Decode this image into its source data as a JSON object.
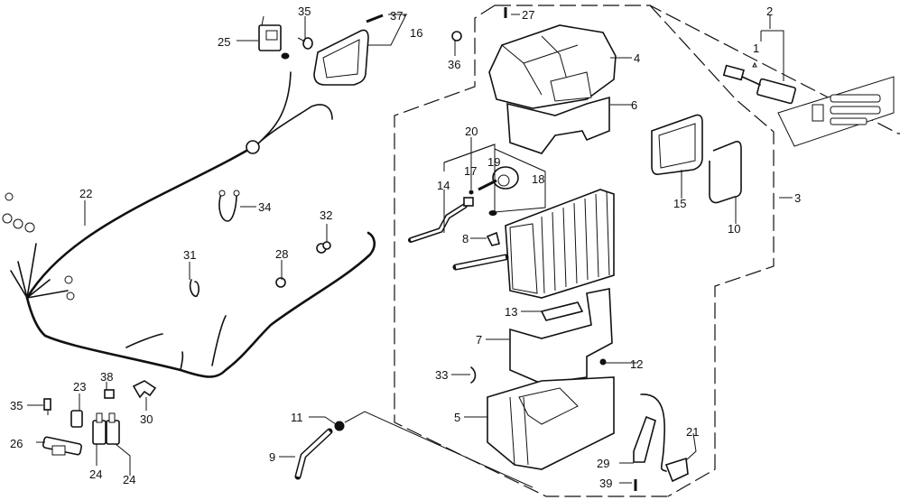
{
  "diagram": {
    "type": "exploded-parts-diagram",
    "subject": "air conditioner cooling unit and wire harness",
    "colors": {
      "ink": "#111111",
      "background": "#ffffff"
    },
    "callouts": [
      {
        "id": "c1",
        "label": "1",
        "part": "bulb"
      },
      {
        "id": "c2",
        "label": "2",
        "part": "switch assembly"
      },
      {
        "id": "c3",
        "label": "3",
        "part": "cooling unit assembly"
      },
      {
        "id": "c4",
        "label": "4",
        "part": "upper case"
      },
      {
        "id": "c5",
        "label": "5",
        "part": "lower case"
      },
      {
        "id": "c6",
        "label": "6",
        "part": "insulator"
      },
      {
        "id": "c7",
        "label": "7",
        "part": "insulator"
      },
      {
        "id": "c8",
        "label": "8",
        "part": "clip"
      },
      {
        "id": "c9",
        "label": "9",
        "part": "drain hose"
      },
      {
        "id": "c10",
        "label": "10",
        "part": "seal"
      },
      {
        "id": "c11",
        "label": "11",
        "part": "grommet"
      },
      {
        "id": "c12",
        "label": "12",
        "part": "clip"
      },
      {
        "id": "c13",
        "label": "13",
        "part": "insulator"
      },
      {
        "id": "c14",
        "label": "14",
        "part": "pipe"
      },
      {
        "id": "c15",
        "label": "15",
        "part": "seal"
      },
      {
        "id": "c16",
        "label": "16",
        "part": "seal"
      },
      {
        "id": "c17",
        "label": "17",
        "part": "o-ring"
      },
      {
        "id": "c18",
        "label": "18",
        "part": "expansion valve assembly"
      },
      {
        "id": "c19",
        "label": "19",
        "part": "expansion valve"
      },
      {
        "id": "c20",
        "label": "20",
        "part": "valve set"
      },
      {
        "id": "c21",
        "label": "21",
        "part": "thermostat"
      },
      {
        "id": "c22",
        "label": "22",
        "part": "wire harness"
      },
      {
        "id": "c23",
        "label": "23",
        "part": "relay"
      },
      {
        "id": "c24a",
        "label": "24",
        "part": "relay"
      },
      {
        "id": "c24b",
        "label": "24",
        "part": "relay"
      },
      {
        "id": "c25",
        "label": "25",
        "part": "relay"
      },
      {
        "id": "c26",
        "label": "26",
        "part": "diode"
      },
      {
        "id": "c27",
        "label": "27",
        "part": "screw"
      },
      {
        "id": "c28",
        "label": "28",
        "part": "clip"
      },
      {
        "id": "c29",
        "label": "29",
        "part": "bracket"
      },
      {
        "id": "c30",
        "label": "30",
        "part": "bracket"
      },
      {
        "id": "c31",
        "label": "31",
        "part": "clip"
      },
      {
        "id": "c32",
        "label": "32",
        "part": "clip"
      },
      {
        "id": "c33",
        "label": "33",
        "part": "clip"
      },
      {
        "id": "c34",
        "label": "34",
        "part": "sub-harness"
      },
      {
        "id": "c35a",
        "label": "35",
        "part": "bolt"
      },
      {
        "id": "c35b",
        "label": "35",
        "part": "bolt"
      },
      {
        "id": "c36",
        "label": "36",
        "part": "bolt"
      },
      {
        "id": "c37",
        "label": "37",
        "part": "screw"
      },
      {
        "id": "c38",
        "label": "38",
        "part": "nut"
      },
      {
        "id": "c39",
        "label": "39",
        "part": "screw"
      }
    ]
  }
}
